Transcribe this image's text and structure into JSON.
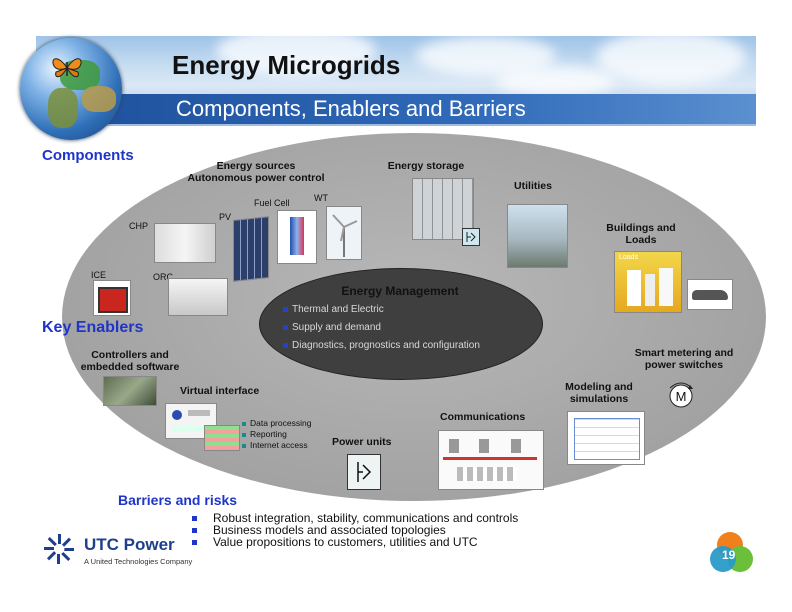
{
  "header": {
    "title": "Energy Microgrids",
    "subtitle": "Components, Enablers and Barriers"
  },
  "sections": {
    "components": "Components",
    "key_enablers": "Key Enablers",
    "barriers": "Barriers and risks"
  },
  "components": {
    "energy_sources": "Energy sources",
    "autonomous": "Autonomous power control",
    "energy_storage": "Energy storage",
    "utilities": "Utilities",
    "buildings": "Buildings and",
    "loads": "Loads",
    "chp": "CHP",
    "pv": "PV",
    "fuel_cell": "Fuel Cell",
    "wt": "WT",
    "ice": "ICE",
    "orc": "ORC"
  },
  "energy_management": {
    "title": "Energy  Management",
    "items": [
      "Thermal and Electric",
      "Supply and demand",
      "Diagnostics,  prognostics and configuration"
    ]
  },
  "enablers": {
    "controllers_1": "Controllers and",
    "controllers_2": "embedded software",
    "virtual_interface": "Virtual interface",
    "vi_items": [
      "Data processing",
      "Reporting",
      "Internet access"
    ],
    "power_units": "Power units",
    "communications": "Communications",
    "modeling_1": "Modeling and",
    "modeling_2": "simulations",
    "smart_1": "Smart metering and",
    "smart_2": "power switches",
    "motor_symbol": "M",
    "loads_sign": "Loads"
  },
  "barriers": [
    "Robust integration, stability, communications and controls",
    "Business models and associated topologies",
    "Value propositions to customers, utilities and UTC"
  ],
  "logo": {
    "name": "UTC Power",
    "tagline": "A United Technologies Company"
  },
  "page_number": "19"
}
